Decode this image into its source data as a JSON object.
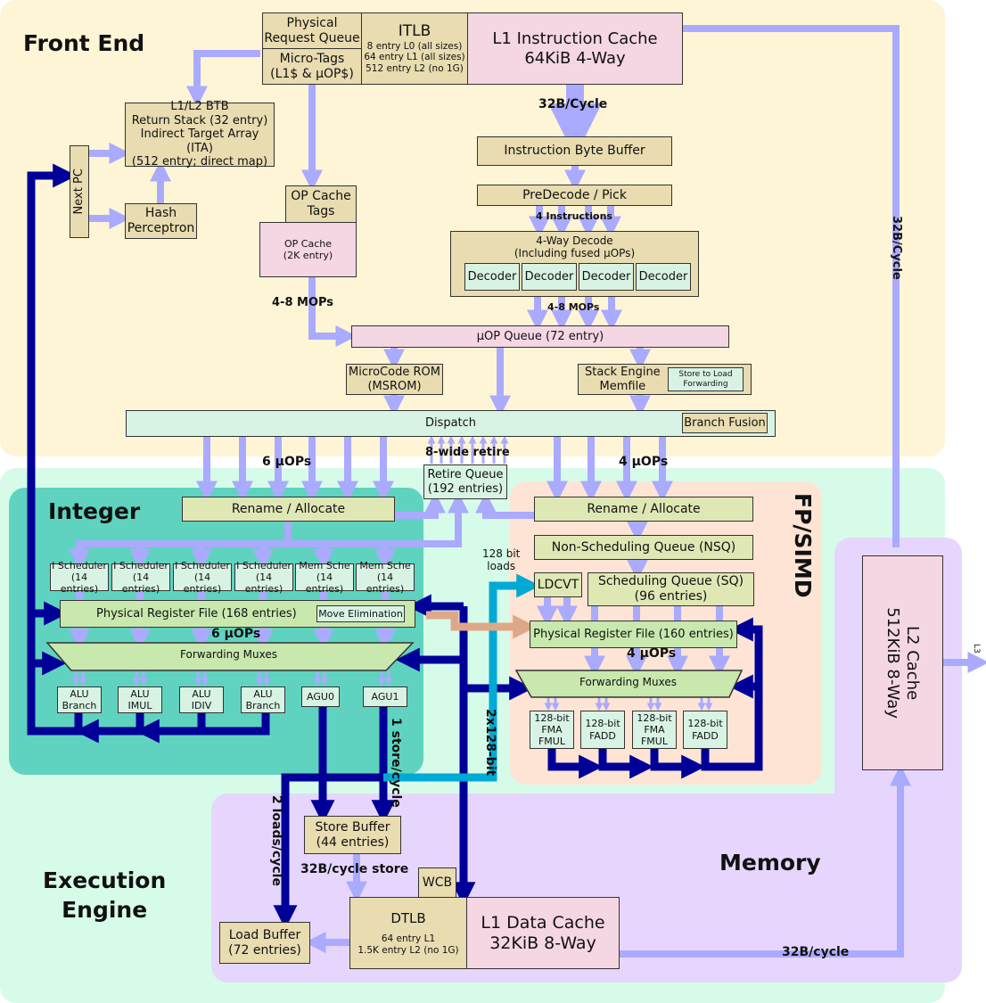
{
  "regions": {
    "front_end": "Front End",
    "integer": "Integer",
    "fp_simd": "FP/SIMD",
    "memory": "Memory",
    "execution_engine": "Execution\nEngine"
  },
  "front_end": {
    "prq": "Physical\nRequest Queue",
    "micro_tags": "Micro-Tags\n(L1$ & µOP$)",
    "itlb_title": "ITLB",
    "itlb_detail": "8 entry L0 (all sizes)\n64 entry L1 (all sizes)\n512 entry L2 (no 1G)",
    "l1i": "L1 Instruction Cache\n64KiB 4-Way",
    "btb": "L1/L2 BTB\nReturn Stack (32 entry)\nIndirect Target Array (ITA)\n(512 entry; direct map)",
    "next_pc": "Next PC",
    "hash_perceptron": "Hash\nPerceptron",
    "op_cache_tags": "OP Cache\nTags",
    "op_cache": "OP Cache\n(2K entry)",
    "ibb": "Instruction Byte Buffer",
    "predecode": "PreDecode / Pick",
    "decode": "4-Way Decode\n(Including fused µOPs)",
    "decoders": [
      "Decoder",
      "Decoder",
      "Decoder",
      "Decoder"
    ],
    "uop_queue": "µOP Queue (72 entry)",
    "msrom": "MicroCode ROM\n(MSROM)",
    "stack_engine": "Stack Engine\nMemfile",
    "stlf": "Store to Load\nForwarding",
    "dispatch": "Dispatch",
    "branch_fusion": "Branch Fusion",
    "lbl_32b_cycle": "32B/Cycle",
    "lbl_4_instructions": "4 Instructions",
    "lbl_4_8_mops_left": "4-8 MOPs",
    "lbl_4_8_mops_right": "4-8 MOPs",
    "lbl_32b_cycle_l2": "32B/Cycle"
  },
  "execution": {
    "retire_label": "8-wide retire",
    "retire_queue": "Retire Queue\n(192 entries)",
    "int_uops": "6 µOPs",
    "fp_uops": "4 µOPs"
  },
  "integer": {
    "rename": "Rename / Allocate",
    "schedulers": [
      "I Scheduler\n(14 entries)",
      "I Scheduler\n(14 entries)",
      "I Scheduler\n(14 entries)",
      "I Scheduler\n(14 entries)",
      "Mem Sche\n(14 entries)",
      "Mem Sche\n(14 entries)"
    ],
    "prf": "Physical Register File (168 entries)",
    "move_elim": "Move Elimination",
    "uops": "6 µOPs",
    "muxes": "Forwarding Muxes",
    "units": [
      "ALU\nBranch",
      "ALU\nIMUL",
      "ALU\nIDIV",
      "ALU\nBranch",
      "AGU0",
      "AGU1"
    ]
  },
  "fp": {
    "rename": "Rename / Allocate",
    "nsq": "Non-Scheduling Queue (NSQ)",
    "ldcvt": "LDCVT",
    "sq": "Scheduling Queue (SQ)\n(96 entries)",
    "prf": "Physical Register File (160 entries)",
    "uops": "4 µOPs",
    "muxes": "Forwarding Muxes",
    "units": [
      "128-bit\nFMA\nFMUL",
      "128-bit\nFADD",
      "128-bit\nFMA\nFMUL",
      "128-bit\nFADD"
    ],
    "loads_label": "128 bit\nloads"
  },
  "memory": {
    "store_buffer": "Store Buffer\n(44 entries)",
    "load_buffer": "Load Buffer\n(72 entries)",
    "wcb": "WCB",
    "dtlb_title": "DTLB",
    "dtlb_detail": "64 entry L1\n1.5K entry L2 (no 1G)",
    "l1d": "L1 Data Cache\n32KiB 8-Way",
    "l2": "L2 Cache\n512KiB 8-Way",
    "l3": "L3",
    "lbl_2_loads": "2 loads/cycle",
    "lbl_1_store": "1 store/cycle",
    "lbl_2x128": "2x128-bit",
    "lbl_store_bw": "32B/cycle store",
    "lbl_l2_bw": "32B/cycle"
  },
  "colors": {
    "front_end_bg": "#fef5d6",
    "execution_bg": "#d6fce9",
    "integer_bg": "#5fd3bf",
    "fp_bg": "#fee4d4",
    "memory_bg": "#e6d6fe",
    "light_arrow": "#aaaaff",
    "dark_arrow": "#000099",
    "load_arrow": "#00aad4",
    "cross_arrow": "#dea888"
  }
}
